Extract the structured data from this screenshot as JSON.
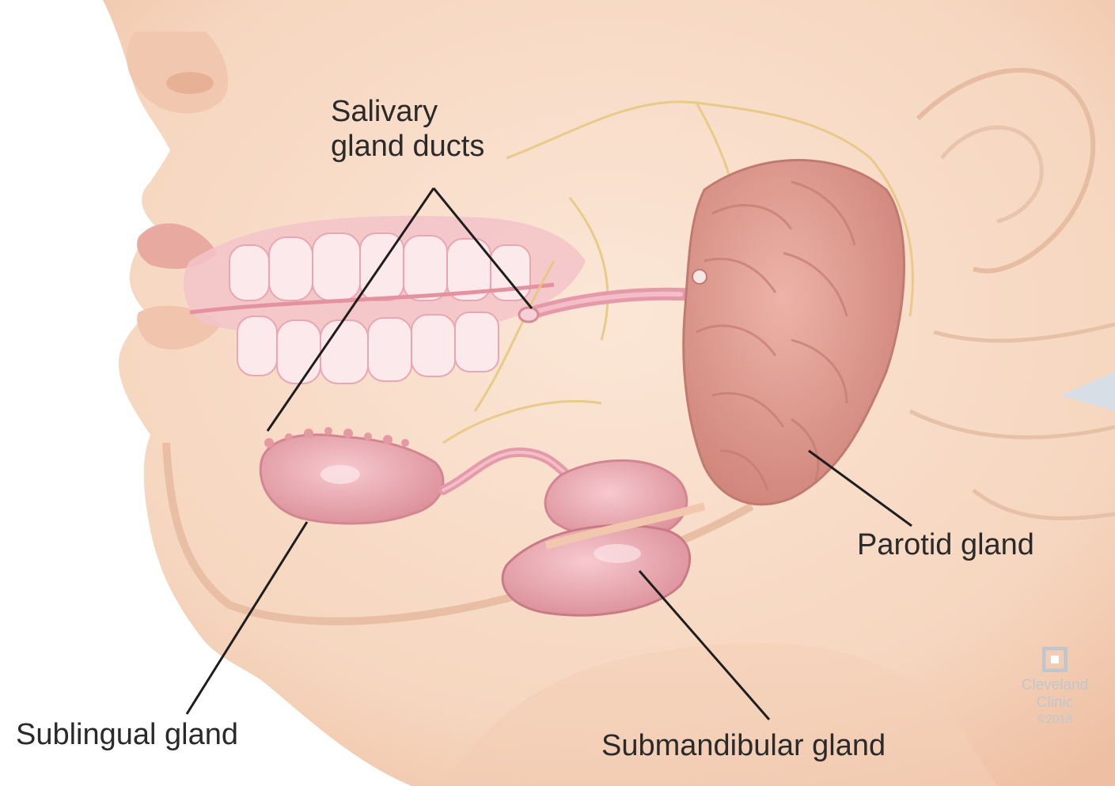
{
  "figure": {
    "labels": {
      "ducts_line1": "Salivary",
      "ducts_line2": "gland ducts",
      "parotid": "Parotid gland",
      "sublingual": "Sublingual gland",
      "submandibular": "Submandibular gland"
    },
    "logo": {
      "line1": "Cleveland",
      "line2": "Clinic",
      "year": "©2018"
    },
    "colors": {
      "skin": "#f8dcc6",
      "skin_shadow": "#e9b99b",
      "gland": "#e49aa0",
      "parotid": "#d98f86",
      "nerve": "#e7c882",
      "leader_line": "#1e1e1e",
      "label_text": "#2a2a2a",
      "logo": "#bfc7cc"
    }
  }
}
